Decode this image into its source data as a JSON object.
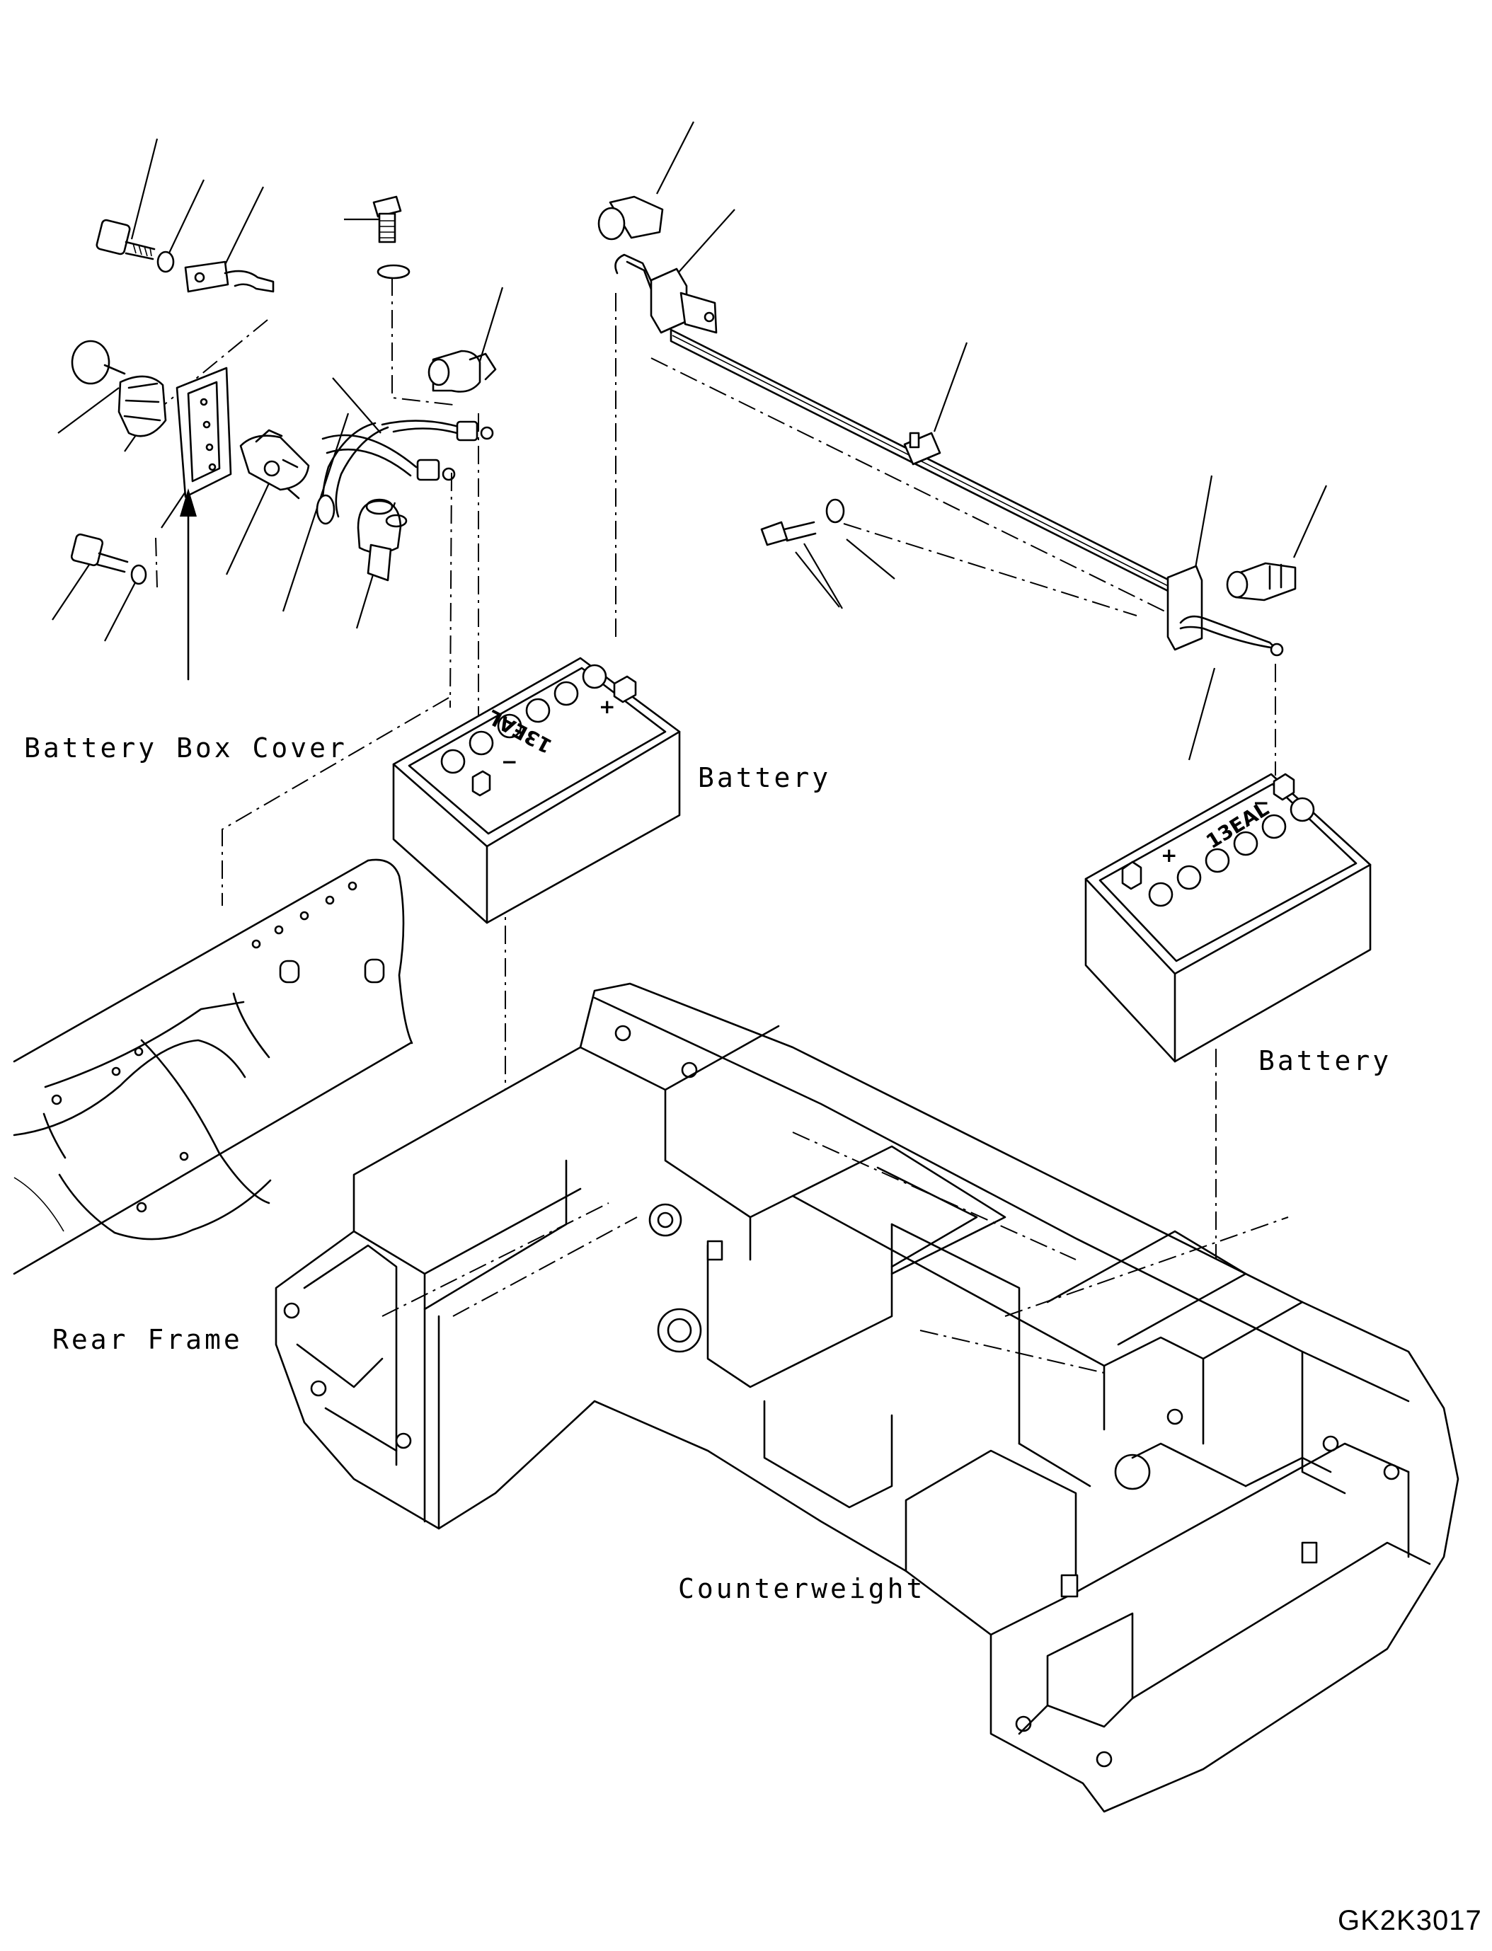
{
  "labels": {
    "battery_box_cover": "Battery Box Cover",
    "battery_left": "Battery",
    "battery_right": "Battery",
    "rear_frame": "Rear Frame",
    "counterweight": "Counterweight",
    "drawing_code": "GK2K3017"
  },
  "battery_markings": {
    "left": "13EAL",
    "right": "13EAL"
  },
  "style": {
    "line_color": "#000000",
    "background": "#ffffff"
  }
}
